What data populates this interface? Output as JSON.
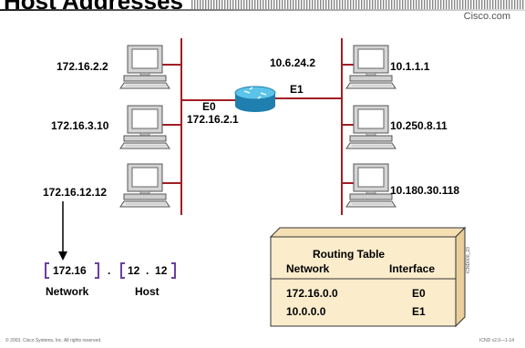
{
  "header": {
    "title": "Host Addresses",
    "brand": "Cisco.com"
  },
  "left_hosts": [
    "172.16.2.2",
    "172.16.3.10",
    "172.16.12.12"
  ],
  "right_hosts": [
    "10.1.1.1",
    "10.250.8.11",
    "10.180.30.118"
  ],
  "router": {
    "e0_label": "E0",
    "e0_ip": "172.16.2.1",
    "e1_label": "E1",
    "e1_ip": "10.6.24.2"
  },
  "breakdown": {
    "network_part": "172.16",
    "dot": ".",
    "host_part": "12  .  12",
    "network_label": "Network",
    "host_label": "Host"
  },
  "routing_table": {
    "title": "Routing Table",
    "col_network": "Network",
    "col_interface": "Interface",
    "rows": [
      {
        "network": "172.16.0.0",
        "interface": "E0"
      },
      {
        "network": "10.0.0.0",
        "interface": "E1"
      }
    ],
    "side_code": "ICND000_23"
  },
  "footer": {
    "copyright": "© 2003, Cisco Systems, Inc. All rights reserved.",
    "course": "ICND v2.0—1-14"
  },
  "colors": {
    "link": "#a11d24",
    "router": "#2aa9d8",
    "table_fill": "#fbeccc",
    "bracket": "#6a3fa0"
  }
}
